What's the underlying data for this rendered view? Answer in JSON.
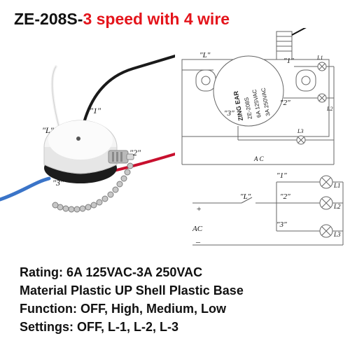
{
  "header": {
    "model": "ZE-208S-",
    "description": "3 speed with 4 wire"
  },
  "photo": {
    "labels": {
      "wire_1": "\"1\"",
      "wire_l": "\"L\"",
      "wire_2": "\"2\"",
      "wire_3": "\"3\""
    }
  },
  "diagram": {
    "switch_text": {
      "brand": "ZING EAR",
      "model": "ZE-208S",
      "rating_a": "6A 125VAC",
      "rating_b": "3A 250VAC"
    },
    "top": {
      "l": "\"L\"",
      "t1": "\"1\"",
      "t2": "\"2\"",
      "t3": "\"3\"",
      "ac": "A C",
      "l1": "L1",
      "l2": "L2",
      "l3": "L3"
    },
    "bottom": {
      "t1": "\"1\"",
      "t2": "\"2\"",
      "t3": "\"3\"",
      "l": "\"L\"",
      "plus": "+",
      "ac": "AC",
      "minus": "_",
      "l1": "L1",
      "l2": "L2",
      "l3": "L3"
    }
  },
  "specs": {
    "rating": "Rating: 6A 125VAC-3A 250VAC",
    "material": "Material Plastic UP Shell Plastic Base",
    "function": "Function: OFF, High, Medium, Low",
    "settings": "Settings: OFF, L-1, L-2, L-3"
  },
  "colors": {
    "title_red": "#e4141b",
    "wire_red": "#c8102e",
    "wire_blue": "#3a74c8"
  }
}
